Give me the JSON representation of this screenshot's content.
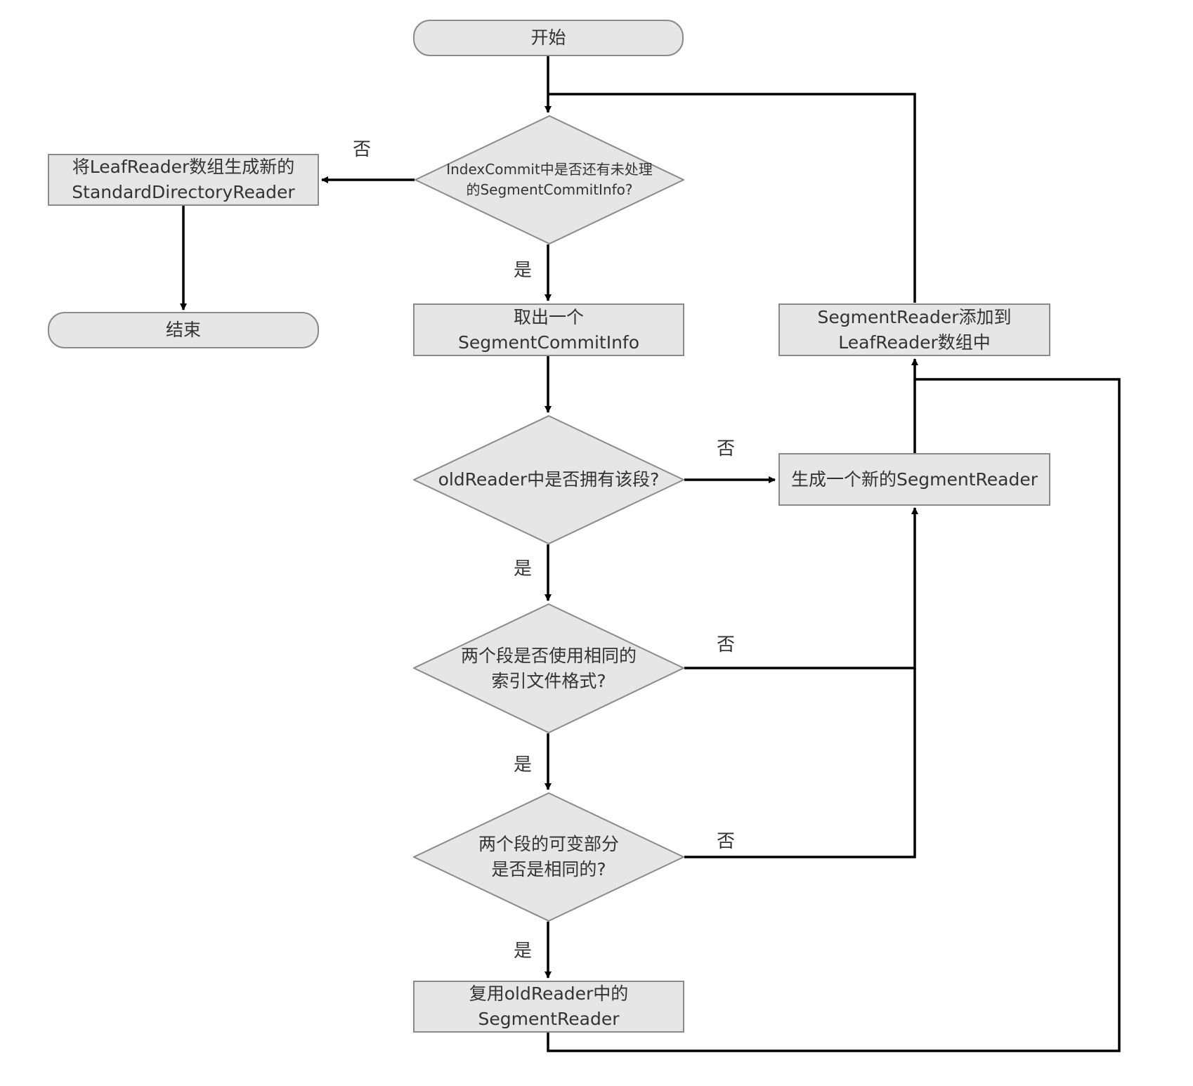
{
  "colors": {
    "node_fill": "#e6e6e6",
    "node_border": "#8a8a8a",
    "edge": "#000000",
    "text": "#333333"
  },
  "nodes": {
    "start": "开始",
    "decision_more": [
      "IndexCommit中是否还有未处理",
      "的SegmentCommitInfo?"
    ],
    "build_reader": [
      "将LeafReader数组生成新的",
      "StandardDirectoryReader"
    ],
    "end": "结束",
    "take_one": [
      "取出一个",
      "SegmentCommitInfo"
    ],
    "add_to_array": [
      "SegmentReader添加到",
      "LeafReader数组中"
    ],
    "decision_has_segment": "oldReader中是否拥有该段?",
    "new_reader": "生成一个新的SegmentReader",
    "decision_same_format": [
      "两个段是否使用相同的",
      "索引文件格式?"
    ],
    "decision_same_mutable": [
      "两个段的可变部分",
      "是否是相同的?"
    ],
    "reuse_reader": [
      "复用oldReader中的",
      "SegmentReader"
    ]
  },
  "edge_labels": {
    "no_1": "否",
    "yes_1": "是",
    "no_2": "否",
    "yes_2": "是",
    "no_3": "否",
    "yes_3": "是",
    "no_4": "否",
    "yes_4": "是"
  }
}
